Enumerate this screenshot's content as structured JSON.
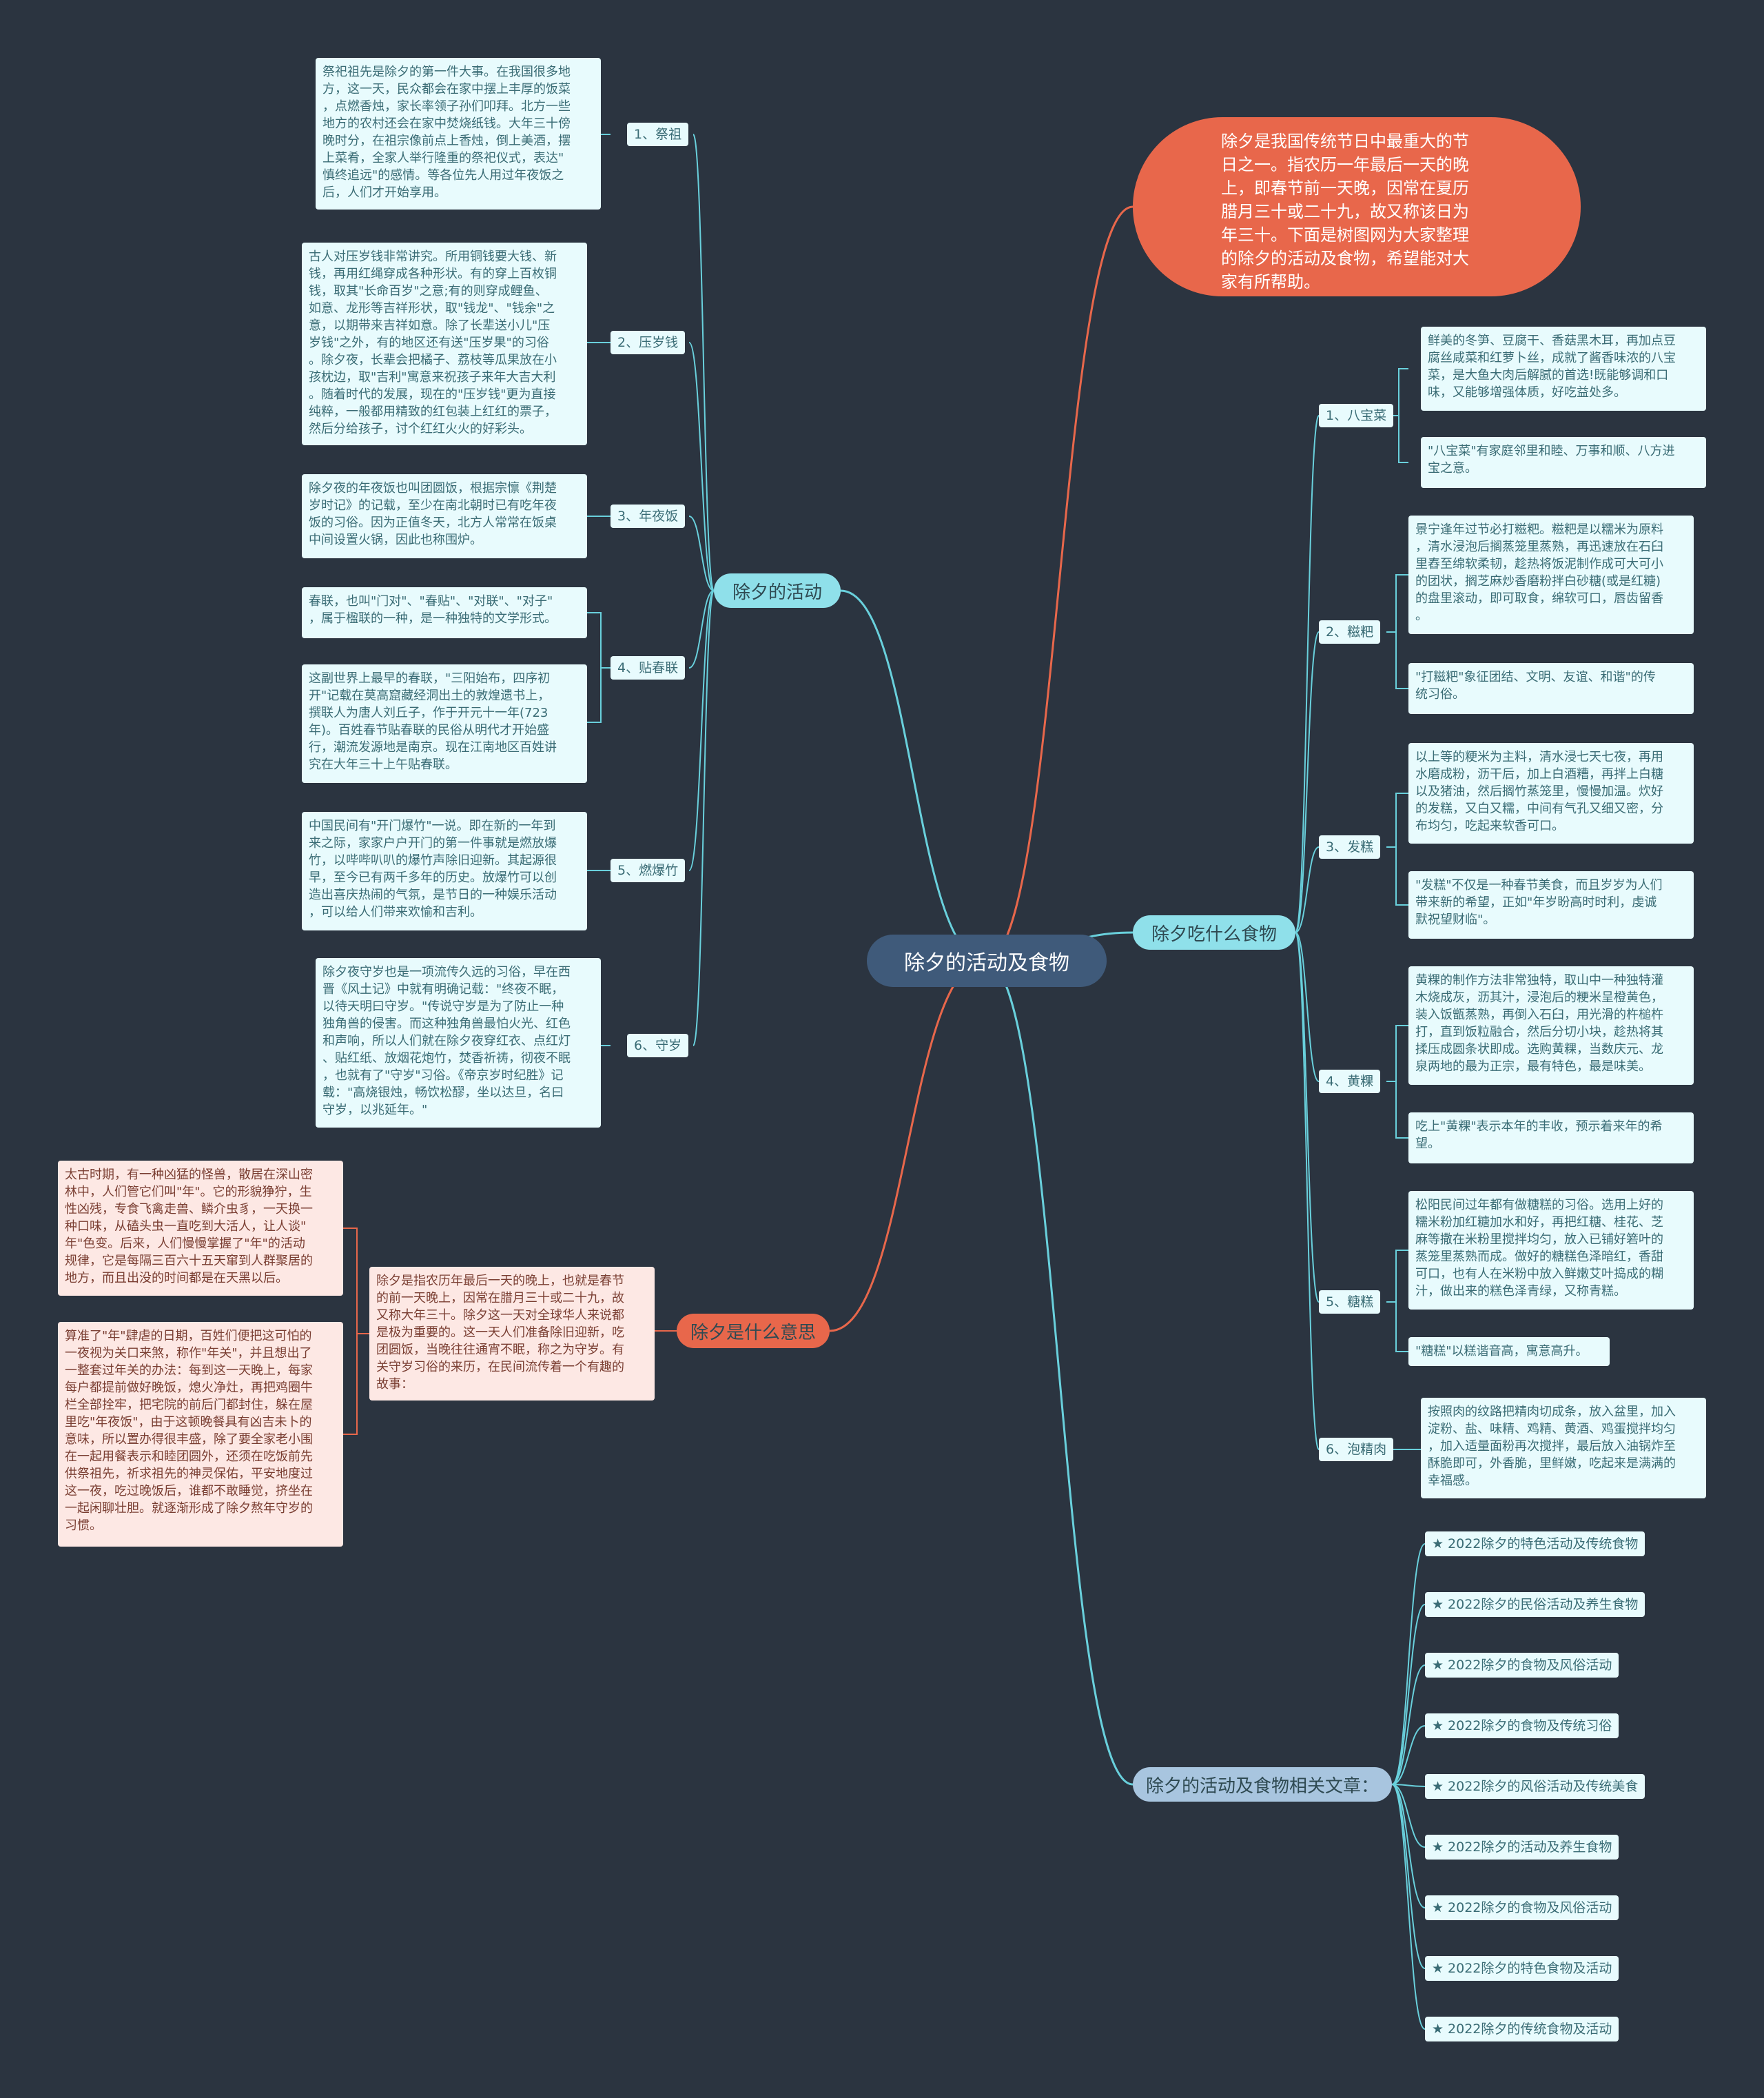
{
  "root": {
    "title": "除夕的活动及食物"
  },
  "intro": {
    "text": "除夕是我国传统节日中最重大的节\n日之一。指农历一年最后一天的晚\n上，即春节前一天晚，因常在夏历\n腊月三十或二十九，故又称该日为\n年三十。下面是树图网为大家整理\n的除夕的活动及食物，希望能对大\n家有所帮助。"
  },
  "activities": {
    "title": "除夕的活动",
    "items": [
      {
        "label": "1、祭祖",
        "texts": [
          "祭祀祖先是除夕的第一件大事。在我国很多地\n方，这一天，民众都会在家中摆上丰厚的饭菜\n，点燃香烛，家长率领子孙们叩拜。北方一些\n地方的农村还会在家中焚烧纸钱。大年三十傍\n晚时分，在祖宗像前点上香烛，倒上美酒，摆\n上菜肴，全家人举行隆重的祭祀仪式，表达\"\n慎终追远\"的感情。等各位先人用过年夜饭之\n后，人们才开始享用。"
        ]
      },
      {
        "label": "2、压岁钱",
        "texts": [
          "古人对压岁钱非常讲究。所用铜钱要大钱、新\n钱，再用红绳穿成各种形状。有的穿上百枚铜\n钱，取其\"长命百岁\"之意;有的则穿成鲤鱼、\n如意、龙形等吉祥形状，取\"钱龙\"、\"钱余\"之\n意，以期带来吉祥如意。除了长辈送小儿\"压\n岁钱\"之外，有的地区还有送\"压岁果\"的习俗\n。除夕夜，长辈会把橘子、荔枝等瓜果放在小\n孩枕边，取\"吉利\"寓意来祝孩子来年大吉大利\n。随着时代的发展，现在的\"压岁钱\"更为直接\n纯粹，一般都用精致的红包装上红红的票子，\n然后分给孩子，讨个红红火火的好彩头。"
        ]
      },
      {
        "label": "3、年夜饭",
        "texts": [
          "除夕夜的年夜饭也叫团圆饭，根据宗懔《荆楚\n岁时记》的记载，至少在南北朝时已有吃年夜\n饭的习俗。因为正值冬天，北方人常常在饭桌\n中间设置火锅，因此也称围炉。"
        ]
      },
      {
        "label": "4、贴春联",
        "texts": [
          "春联，也叫\"门对\"、\"春贴\"、\"对联\"、\"对子\"\n，属于楹联的一种，是一种独特的文学形式。",
          "这副世界上最早的春联，\"三阳始布，四序初\n开\"记载在莫高窟藏经洞出土的敦煌遗书上，\n撰联人为唐人刘丘子，作于开元十一年(723\n年)。百姓春节贴春联的民俗从明代才开始盛\n行，潮流发源地是南京。现在江南地区百姓讲\n究在大年三十上午贴春联。"
        ]
      },
      {
        "label": "5、燃爆竹",
        "texts": [
          "中国民间有\"开门爆竹\"一说。即在新的一年到\n来之际，家家户户开门的第一件事就是燃放爆\n竹，以哔哔叭叭的爆竹声除旧迎新。其起源很\n早，至今已有两千多年的历史。放爆竹可以创\n造出喜庆热闹的气氛，是节日的一种娱乐活动\n，可以给人们带来欢愉和吉利。"
        ]
      },
      {
        "label": "6、守岁",
        "texts": [
          "除夕夜守岁也是一项流传久远的习俗，早在西\n晋《风土记》中就有明确记载：\"终夜不眠，\n以待天明曰守岁。\"传说守岁是为了防止一种\n独角兽的侵害。而这种独角兽最怕火光、红色\n和声响，所以人们就在除夕夜穿红衣、点红灯\n、贴红纸、放烟花炮竹，焚香祈祷，彻夜不眠\n，也就有了\"守岁\"习俗。《帝京岁时纪胜》记\n载：\"高烧银烛，畅饮松醪，坐以达旦，名曰\n守岁，以兆延年。\""
        ]
      }
    ]
  },
  "meaning": {
    "title": "除夕是什么意思",
    "summary": "除夕是指农历年最后一天的晚上，也就是春节\n的前一天晚上，因常在腊月三十或二十九，故\n又称大年三十。除夕这一天对全球华人来说都\n是极为重要的。这一天人们准备除旧迎新，吃\n团圆饭，当晚往往通宵不眠，称之为守岁。有\n关守岁习俗的来历，在民间流传着一个有趣的\n故事：",
    "stories": [
      "太古时期，有一种凶猛的怪兽，散居在深山密\n林中，人们管它们叫\"年\"。它的形貌狰狞，生\n性凶残，专食飞禽走兽、鳞介虫豸，一天换一\n种口味，从磕头虫一直吃到大活人，让人谈\"\n年\"色变。后来，人们慢慢掌握了\"年\"的活动\n规律，它是每隔三百六十五天窜到人群聚居的\n地方，而且出没的时间都是在天黑以后。",
      "算准了\"年\"肆虐的日期，百姓们便把这可怕的\n一夜视为关口来煞，称作\"年关\"，并且想出了\n一整套过年关的办法：每到这一天晚上，每家\n每户都提前做好晚饭，熄火净灶，再把鸡圈牛\n栏全部拴牢，把宅院的前后门都封住，躲在屋\n里吃\"年夜饭\"，由于这顿晚餐具有凶吉未卜的\n意味，所以置办得很丰盛，除了要全家老小围\n在一起用餐表示和睦团圆外，还须在吃饭前先\n供祭祖先，祈求祖先的神灵保佑，平安地度过\n这一夜，吃过晚饭后，谁都不敢睡觉，挤坐在\n一起闲聊壮胆。就逐渐形成了除夕熬年守岁的\n习惯。"
    ]
  },
  "foods": {
    "title": "除夕吃什么食物",
    "items": [
      {
        "label": "1、八宝菜",
        "texts": [
          "鲜美的冬笋、豆腐干、香菇黑木耳，再加点豆\n腐丝咸菜和红萝卜丝，成就了酱香味浓的八宝\n菜，是大鱼大肉后解腻的首选!既能够调和口\n味，又能够增强体质，好吃益处多。",
          "\"八宝菜\"有家庭邻里和睦、万事和顺、八方进\n宝之意。"
        ]
      },
      {
        "label": "2、糍粑",
        "texts": [
          "景宁逢年过节必打糍粑。糍粑是以糯米为原料\n，清水浸泡后搁蒸笼里蒸熟，再迅速放在石臼\n里舂至绵软柔韧，趁热将饭泥制作成可大可小\n的团状，搁芝麻炒香磨粉拌白砂糖(或是红糖)\n的盘里滚动，即可取食，绵软可口，唇齿留香\n。",
          "\"打糍粑\"象征团结、文明、友谊、和谐\"的传\n统习俗。"
        ]
      },
      {
        "label": "3、发糕",
        "texts": [
          "以上等的粳米为主料，清水浸七天七夜，再用\n水磨成粉，沥干后，加上白酒糟，再拌上白糖\n以及猪油，然后搁竹蒸笼里，慢慢加温。炊好\n的发糕，又白又糯，中间有气孔又细又密，分\n布均匀，吃起来软香可口。",
          "\"发糕\"不仅是一种春节美食，而且岁岁为人们\n带来新的希望，正如\"年岁盼高时时利，虔诚\n默祝望财临\"。"
        ]
      },
      {
        "label": "4、黄粿",
        "texts": [
          "黄粿的制作方法非常独特，取山中一种独特灌\n木烧成灰，沥其汁，浸泡后的粳米呈橙黄色，\n装入饭甑蒸熟，再倒入石臼，用光滑的杵槌杵\n打，直到饭粒融合，然后分切小块，趁热将其\n揉压成圆条状即成。选购黄粿，当数庆元、龙\n泉两地的最为正宗，最有特色，最是味美。",
          "吃上\"黄粿\"表示本年的丰收，预示着来年的希\n望。"
        ]
      },
      {
        "label": "5、糖糕",
        "texts": [
          "松阳民间过年都有做糖糕的习俗。选用上好的\n糯米粉加红糖加水和好，再把红糖、桂花、芝\n麻等撒在米粉里搅拌均匀，放入已铺好箬叶的\n蒸笼里蒸熟而成。做好的糖糕色泽暗红，香甜\n可口，也有人在米粉中放入鲜嫩艾叶捣成的糊\n汁，做出来的糕色泽青绿，又称青糕。",
          "\"糖糕\"以糕谐音高，寓意高升。"
        ]
      },
      {
        "label": "6、泡精肉",
        "texts": [
          "按照肉的纹路把精肉切成条，放入盆里，加入\n淀粉、盐、味精、鸡精、黄酒、鸡蛋搅拌均匀\n，加入适量面粉再次搅拌，最后放入油锅炸至\n酥脆即可，外香脆，里鲜嫩，吃起来是满满的\n幸福感。"
        ]
      }
    ]
  },
  "related": {
    "title": "除夕的活动及食物相关文章：",
    "star": "★",
    "items": [
      "2022除夕的特色活动及传统食物",
      "2022除夕的民俗活动及养生食物",
      "2022除夕的食物及风俗活动",
      "2022除夕的食物及传统习俗",
      "2022除夕的风俗活动及传统美食",
      "2022除夕的活动及养生食物",
      "2022除夕的食物及风俗活动",
      "2022除夕的特色食物及活动",
      "2022除夕的传统食物及活动"
    ]
  },
  "colors": {
    "background": "#2b3440",
    "root": "#3f5a7a",
    "intro": "#e8674b",
    "cyan_line": "#69d0dc",
    "orange_line": "#e8674b",
    "pill_cyan": "#8fe0ea",
    "pill_orange": "#e8674b",
    "pill_blue": "#a8c5df"
  }
}
